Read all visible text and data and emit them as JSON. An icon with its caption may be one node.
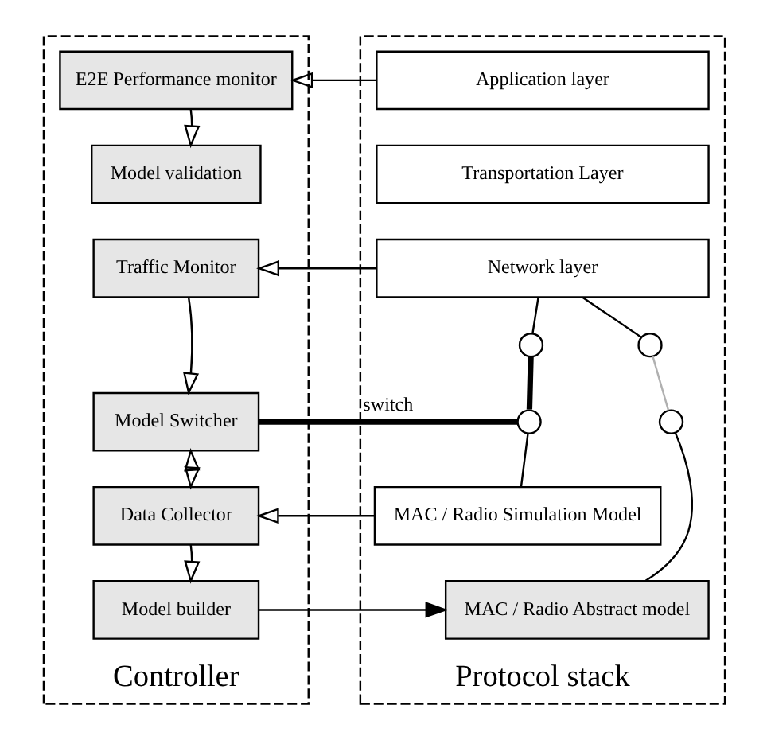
{
  "diagram": {
    "nodes": [
      {
        "text": [
          "Controller"
        ]
      },
      {
        "text": [
          "E2E Performance monitor"
        ],
        "in": 0
      },
      {
        "text": [
          "Model validation"
        ],
        "in": 0
      },
      {
        "text": [
          "Traffic Monitor"
        ],
        "in": 0
      },
      {
        "text": [
          "Model Switcher"
        ],
        "in": 0
      },
      {
        "text": [
          "Data Collector"
        ],
        "in": 0
      },
      {
        "text": [
          "Model builder"
        ],
        "in": 0
      },
      {
        "text": [
          "Protocol stack"
        ]
      },
      {
        "text": [
          "Application layer"
        ],
        "in": 7
      },
      {
        "text": [
          "Transportation Layer"
        ],
        "in": 7
      },
      {
        "text": [
          "Network layer"
        ],
        "in": 7
      },
      {
        "text": [
          "MAC / Radio Simulation Model"
        ],
        "in": 7
      },
      {
        "text": [
          "MAC / Radio Abstract model"
        ],
        "in": 7
      },
      {
        "text": [],
        "shape": "circle",
        "in": 7
      },
      {
        "text": [],
        "shape": "circle",
        "in": 7
      },
      {
        "text": [],
        "shape": "circle",
        "in": 7
      },
      {
        "text": [],
        "shape": "circle",
        "in": 7
      }
    ],
    "edges": [
      {
        "from": 8,
        "to": 1,
        "arrow": "to"
      },
      {
        "from": 1,
        "to": 2,
        "arrow": "to"
      },
      {
        "from": 10,
        "to": 3,
        "arrow": "to"
      },
      {
        "from": 3,
        "to": 4,
        "arrow": "to"
      },
      {
        "from": 5,
        "to": 4,
        "arrow": "both"
      },
      {
        "from": 11,
        "to": 5,
        "arrow": "to"
      },
      {
        "from": 5,
        "to": 6,
        "arrow": "to"
      },
      {
        "from": 6,
        "to": 12,
        "arrow": "to"
      },
      {
        "from": 10,
        "to": 13,
        "arrow": "none"
      },
      {
        "from": 10,
        "to": 14,
        "arrow": "none"
      },
      {
        "from": 15,
        "to": 11,
        "arrow": "none"
      },
      {
        "from": 16,
        "to": 12,
        "arrow": "none"
      },
      {
        "from": 13,
        "to": 15,
        "arrow": "none",
        "style": "thick"
      },
      {
        "from": 14,
        "to": 16,
        "arrow": "none",
        "color": "#b0b0b0"
      },
      {
        "from": 4,
        "to": 15,
        "arrow": "none",
        "style": "thick",
        "label": "switch"
      }
    ]
  }
}
